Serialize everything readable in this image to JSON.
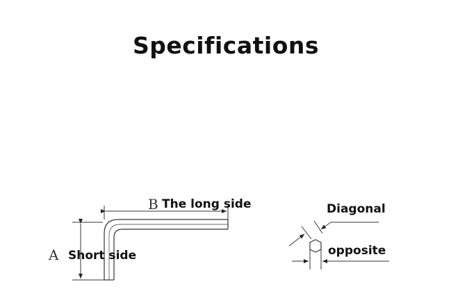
{
  "title": "Specifications",
  "wrench": {
    "long_side_letter": "B",
    "long_side_label": "The long side",
    "short_side_letter": "A",
    "short_side_label": "Short side"
  },
  "hex_section": {
    "diagonal_label": "Diagonal",
    "opposite_label": "opposite"
  }
}
